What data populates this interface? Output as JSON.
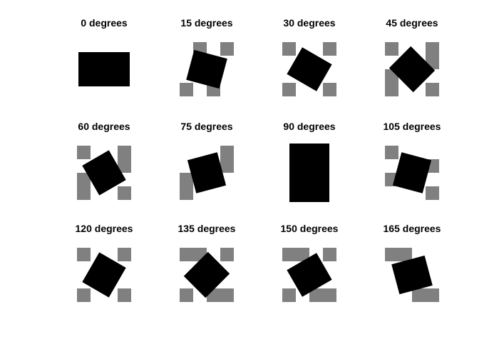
{
  "figure": {
    "colors": {
      "background": "#ffffff",
      "primary": "#000000",
      "secondary": "#808080"
    },
    "panels": [
      {
        "title": "0 degrees",
        "angle": 0
      },
      {
        "title": "15 degrees",
        "angle": 15
      },
      {
        "title": "30 degrees",
        "angle": 30
      },
      {
        "title": "45 degrees",
        "angle": 45
      },
      {
        "title": "60 degrees",
        "angle": 60
      },
      {
        "title": "75 degrees",
        "angle": 75
      },
      {
        "title": "90 degrees",
        "angle": 90
      },
      {
        "title": "105 degrees",
        "angle": 105
      },
      {
        "title": "120 degrees",
        "angle": 120
      },
      {
        "title": "135 degrees",
        "angle": 135
      },
      {
        "title": "150 degrees",
        "angle": 150
      },
      {
        "title": "165 degrees",
        "angle": 165
      }
    ]
  }
}
